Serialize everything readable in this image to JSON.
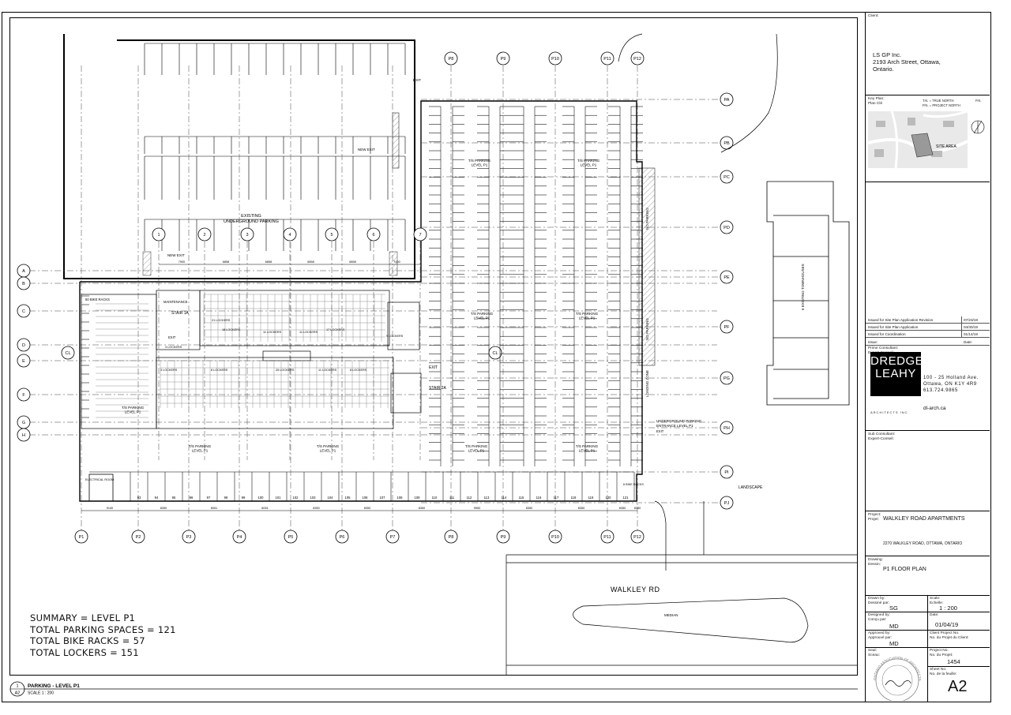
{
  "drawing": {
    "region_labels": {
      "existing_parking": "EXISTING\nUNDERGROUND PARKING",
      "existing_townhouses": "6 EXISTING TOWNHOUSES",
      "landscape": "LANDSCAPE",
      "walkley_rd": "WALKLEY RD",
      "median": "MEDIAN",
      "new_exit_1": "NEW EXIT",
      "new_exit_2": "NEW EXIT",
      "exit": "EXIT",
      "stair_1a": "STAIR 1A",
      "stair_2a": "STAIR 2A",
      "maintenance": "MAINTENANCE",
      "electrical_room": "ELECTRICAL ROOM",
      "bike_racks_50": "50 BIKE RACKS",
      "bike_racks_6": "6 BIKE RACKS",
      "loading_zone": "LOADING ZONE",
      "no_parking": "NO PARKING",
      "underground_entrance": "UNDERGROUND PARKING\nENTRANCE LEVEL P1",
      "tp_parking": "T/S PARKING\nLEVEL P1",
      "lockers_labels": [
        "3 LOCKERS",
        "21 LOCKERS",
        "11 LOCKERS",
        "11 LOCKERS",
        "25 LOCKERS",
        "11 LOCKERS",
        "3 LOCKERS",
        "8 LOCKERS",
        "8 LOCKERS",
        "9 LOCKERS",
        "17 LOCKERS",
        "18 LOCKERS"
      ]
    },
    "grid_top": [
      "1",
      "2",
      "3",
      "4",
      "5",
      "6",
      "7"
    ],
    "grid_p_top": [
      "P8",
      "P9",
      "P10",
      "P11",
      "P12"
    ],
    "grid_p_bottom": [
      "P1",
      "P2",
      "P3",
      "P4",
      "P5",
      "P6",
      "P7",
      "P8",
      "P9",
      "P10",
      "P11",
      "P12"
    ],
    "grid_left": [
      "A",
      "B",
      "C",
      "D",
      "E",
      "F",
      "G",
      "H"
    ],
    "grid_right": [
      "PA",
      "PB",
      "PC",
      "PD",
      "PE",
      "PF",
      "PG",
      "PH",
      "PI",
      "PJ"
    ],
    "grid_cl": "CL",
    "parking_numbers_bottom": [
      "93",
      "94",
      "95",
      "96",
      "97",
      "98",
      "99",
      "100",
      "101",
      "102",
      "103",
      "104",
      "105",
      "106",
      "107",
      "108",
      "109",
      "110",
      "111",
      "112",
      "113",
      "114",
      "115",
      "116",
      "117",
      "118",
      "119",
      "120",
      "121"
    ],
    "dims_bottom": [
      "9140",
      "8350",
      "8051",
      "8051",
      "8350",
      "8350",
      "8350",
      "9550",
      "8350",
      "8350",
      "8350",
      "8350"
    ],
    "dims_top": [
      "7900",
      "6858",
      "6858",
      "6858",
      "6858",
      "7000"
    ]
  },
  "summary": {
    "line1": "SUMMARY = LEVEL P1",
    "line2": "TOTAL PARKING SPACES = 121",
    "line3": "TOTAL BIKE RACKS = 57",
    "line4": "TOTAL LOCKERS = 151"
  },
  "view_title": {
    "number": "1",
    "sheet_ref": "A2",
    "title": "PARKING - LEVEL P1",
    "scale": "SCALE 1 : 200"
  },
  "title_block": {
    "client_label": "Client:",
    "client_name": "LS GP Inc.",
    "client_addr1": "2193 Arch Street, Ottawa,",
    "client_addr2": "Ontario.",
    "key_plan_label": "Key Plan:\nPlan Clé",
    "north_legend1": "T.N. = TRUE NORTH",
    "north_legend2": "P.N. = PROJECT NORTH",
    "north_pn": "P.N.",
    "key_site_area": "SITE AREA",
    "issues": [
      {
        "desc": "Issued for Site Plan Application Revision",
        "date": "07/23/19"
      },
      {
        "desc": "Issued for Site Plan Application",
        "date": "04/30/19"
      },
      {
        "desc": "Issued for Coordination",
        "date": "01/14/19"
      }
    ],
    "issue_label": "Issue:",
    "date_label": "Date:",
    "prime_label": "Prime Consultant:\nExpert-Conseil:",
    "logo_line1": "DREDGE",
    "logo_line2": "LEAHY",
    "logo_line3": "ARCHITECTS INC.",
    "firm_addr1": "100 - 25 Holland Ave.",
    "firm_addr2": "Ottawa, ON K1Y 4R9",
    "firm_phone": "613.724.9865",
    "firm_web": "dl-arch.ca",
    "sub_label": "Sub Consultant:\nExpert-Conseil:",
    "project_label": "Project:\nProjet:",
    "project_name": "WALKLEY ROAD APARTMENTS",
    "project_addr": "2270 WALKLEY ROAD, OTTAWA, ONTARIO",
    "drawing_label": "Drawing:\nDessin:",
    "drawing_name": "P1 FLOOR PLAN",
    "drawn_label": "Drawn by:\nDessiné par:",
    "drawn_by": "SG",
    "scale_label": "Scale:\nEchelle:",
    "scale": "1 : 200",
    "designed_label": "Designed by:\nConçu par:",
    "designed_by": "MD",
    "date_field_label": "Date:",
    "date": "01/04/19",
    "approved_label": "Approved by:\nApprouvé par:",
    "approved_by": "MD",
    "client_proj_label": "Client Project No.\nNo. du Projet du Client:",
    "seal_label": "Seal:\nSceau:",
    "project_no_label": "Project No.\nNo. du Projet:",
    "project_no": "1454",
    "sheet_no_label": "Sheet No.\nNo. de la feuille:",
    "sheet_no": "A2",
    "seal_text": "ONTARIO ASSOCIATION OF ARCHITECTS"
  },
  "colors": {
    "line": "#000000",
    "grid": "#444444",
    "hatch": "#777777"
  }
}
